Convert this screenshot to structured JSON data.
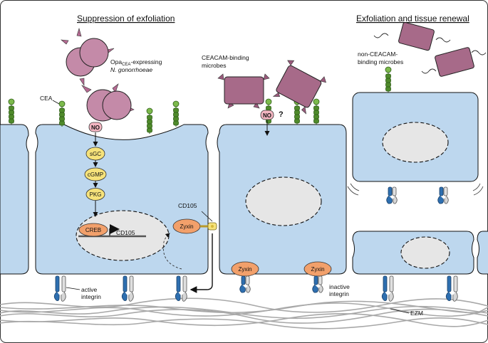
{
  "sections": {
    "left_title": "Suppression of exfoliation",
    "right_title": "Exfoliation and tissue renewal"
  },
  "labels": {
    "opa_line1_main": "Opa",
    "opa_line1_sub": "CEA",
    "opa_line1_rest": "-expressing",
    "opa_line2": "N. gonorrhoeae",
    "cea": "CEA",
    "ceacam_binding_1": "CEACAM-binding",
    "ceacam_binding_2": "microbes",
    "non_ceacam_1": "non-CEACAM-",
    "non_ceacam_2": "binding microbes",
    "cd105_top": "CD105",
    "cd105_gene": "CD105",
    "active_integrin_1": "active",
    "active_integrin_2": "integrin",
    "inactive_integrin_1": "inactive",
    "inactive_integrin_2": "integrin",
    "ezm": "EZM",
    "question_mark": "?"
  },
  "pathway": {
    "no_left": "NO",
    "no_mid": "NO",
    "steps": [
      "sGC",
      "cGMP",
      "PKG"
    ],
    "creb": "CREB",
    "zyxin_membrane": "Zyxin",
    "zyxin_inactive_1": "Zyxin",
    "zyxin_inactive_2": "Zyxin"
  },
  "colors": {
    "cell_fill": "#bdd7ee",
    "nucleus_fill": "#e6e6e6",
    "gonococcus_fill": "#c48aa8",
    "microbe_fill": "#a76a89",
    "yellow_node": "#f6e27a",
    "zyxin_orange": "#f2a06b",
    "no_pink": "#f4b6c2",
    "cea_green": "#4f8a2b",
    "integrin_blue": "#2e6fb0",
    "integrin_grey": "#d0d0d0",
    "ezm_grey": "#a8a8a8"
  }
}
